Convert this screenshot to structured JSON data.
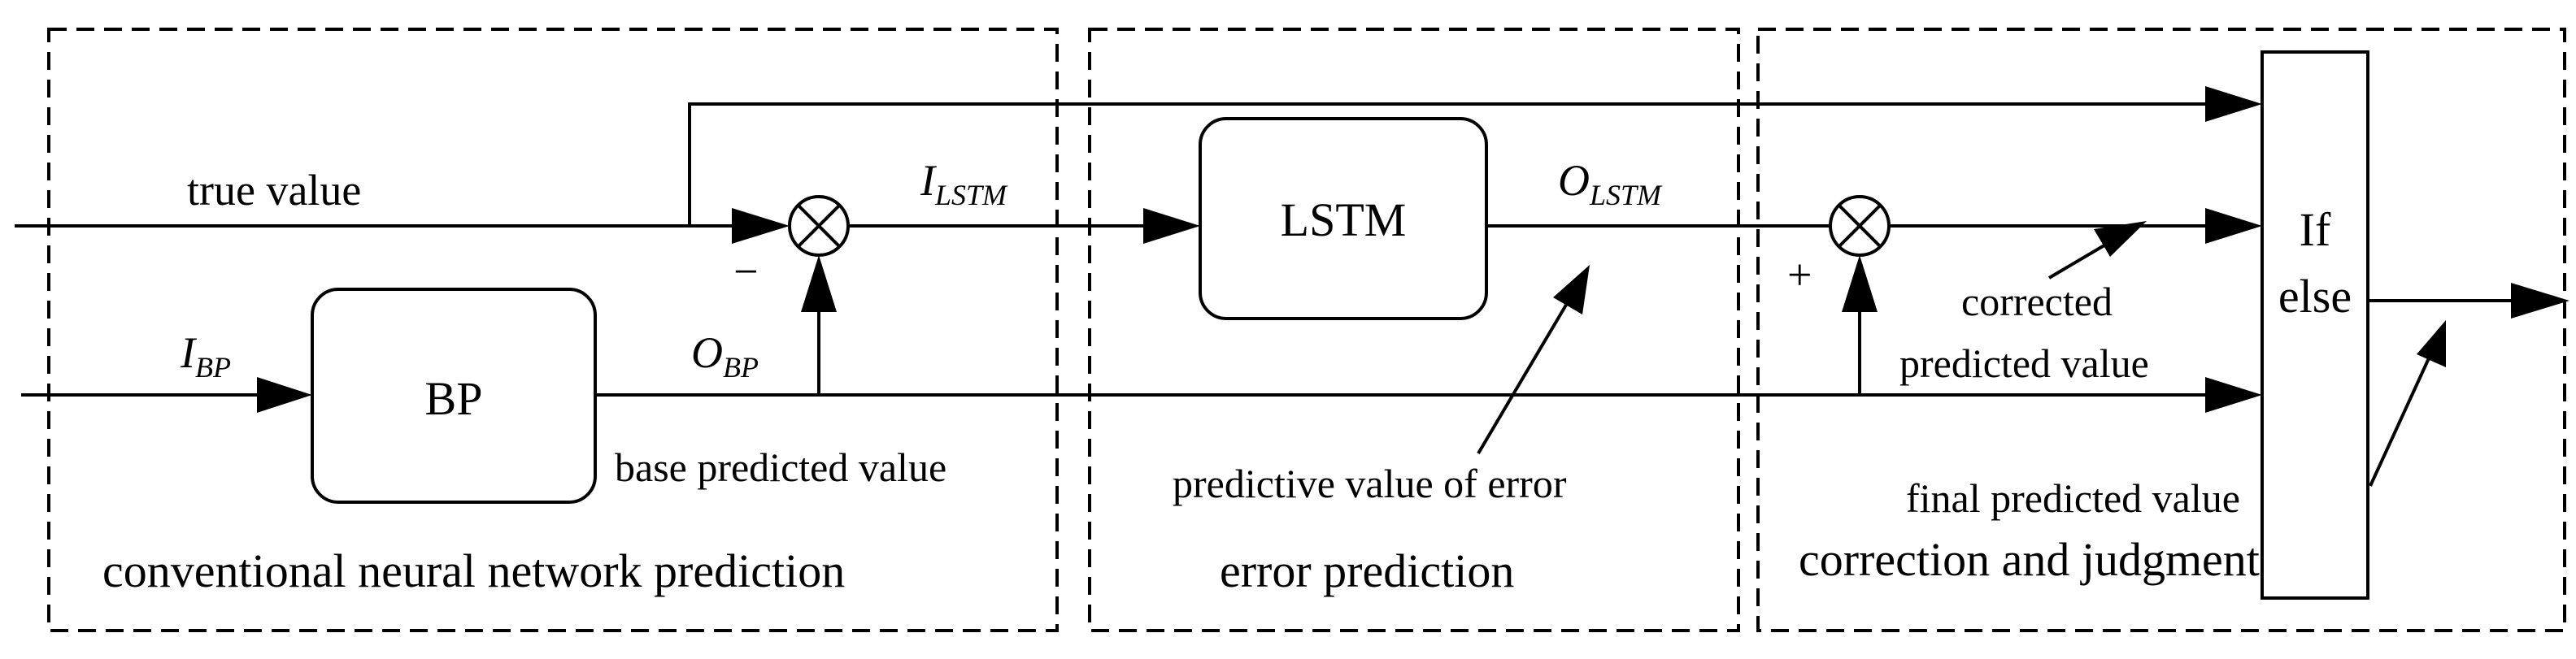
{
  "panels": {
    "left_caption": "conventional neural network prediction",
    "middle_caption": "error prediction",
    "right_caption": "correction and judgment"
  },
  "blocks": {
    "bp": "BP",
    "lstm": "LSTM",
    "ifelse_line1": "If",
    "ifelse_line2": "else"
  },
  "signals": {
    "true_value": "true value",
    "i_bp_main": "I",
    "i_bp_sub": "BP",
    "o_bp_main": "O",
    "o_bp_sub": "BP",
    "i_lstm_main": "I",
    "i_lstm_sub": "LSTM",
    "o_lstm_main": "O",
    "o_lstm_sub": "LSTM",
    "minus_sign": "−",
    "plus_sign": "+"
  },
  "annotations": {
    "base_predicted": "base predicted value",
    "predictive_error": "predictive value of error",
    "corrected_line1": "corrected",
    "corrected_line2": "predicted value",
    "final_predicted": "final predicted value"
  }
}
